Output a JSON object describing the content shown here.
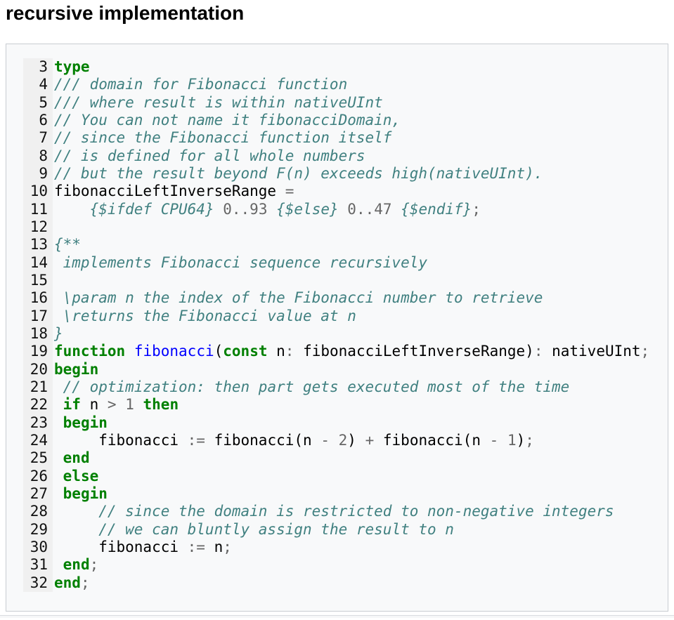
{
  "page": {
    "title": "recursive implementation"
  },
  "code_block": {
    "language": "pascal",
    "first_line_number": 3,
    "last_line_number": 32,
    "colors": {
      "keyword": "#008000",
      "comment": "#408080",
      "function_name": "#0000FF",
      "operator": "#666666",
      "plain": "#000000",
      "line_number": "#111111",
      "gutter_bg": "#f0f0f0",
      "block_bg": "#f8f9fa",
      "border": "#c8ccd1"
    },
    "lines": [
      {
        "n": 3,
        "tokens": [
          [
            "k",
            "type"
          ]
        ]
      },
      {
        "n": 4,
        "tokens": [
          [
            "c",
            "/// domain for Fibonacci function"
          ]
        ]
      },
      {
        "n": 5,
        "tokens": [
          [
            "c",
            "/// where result is within nativeUInt"
          ]
        ]
      },
      {
        "n": 6,
        "tokens": [
          [
            "c",
            "// You can not name it fibonacciDomain,"
          ]
        ]
      },
      {
        "n": 7,
        "tokens": [
          [
            "c",
            "// since the Fibonacci function itself"
          ]
        ]
      },
      {
        "n": 8,
        "tokens": [
          [
            "c",
            "// is defined for all whole numbers"
          ]
        ]
      },
      {
        "n": 9,
        "tokens": [
          [
            "c",
            "// but the result beyond F(n) exceeds high(nativeUInt)."
          ]
        ]
      },
      {
        "n": 10,
        "tokens": [
          [
            "p",
            "fibonacciLeftInverseRange "
          ],
          [
            "o",
            "="
          ]
        ]
      },
      {
        "n": 11,
        "tokens": [
          [
            "p",
            "    "
          ],
          [
            "c",
            "{$ifdef CPU64}"
          ],
          [
            "p",
            " "
          ],
          [
            "o",
            "0..93"
          ],
          [
            "p",
            " "
          ],
          [
            "c",
            "{$else}"
          ],
          [
            "p",
            " "
          ],
          [
            "o",
            "0..47"
          ],
          [
            "p",
            " "
          ],
          [
            "c",
            "{$endif}"
          ],
          [
            "o",
            ";"
          ]
        ]
      },
      {
        "n": 12,
        "tokens": []
      },
      {
        "n": 13,
        "tokens": [
          [
            "c",
            "{**"
          ]
        ]
      },
      {
        "n": 14,
        "tokens": [
          [
            "c",
            " implements Fibonacci sequence recursively"
          ]
        ]
      },
      {
        "n": 15,
        "tokens": []
      },
      {
        "n": 16,
        "tokens": [
          [
            "c",
            " \\param n the index of the Fibonacci number to retrieve"
          ]
        ]
      },
      {
        "n": 17,
        "tokens": [
          [
            "c",
            " \\returns the Fibonacci value at n"
          ]
        ]
      },
      {
        "n": 18,
        "tokens": [
          [
            "c",
            "}"
          ]
        ]
      },
      {
        "n": 19,
        "tokens": [
          [
            "k",
            "function"
          ],
          [
            "p",
            " "
          ],
          [
            "nf",
            "fibonacci"
          ],
          [
            "p",
            "("
          ],
          [
            "k",
            "const"
          ],
          [
            "p",
            " n"
          ],
          [
            "o",
            ":"
          ],
          [
            "p",
            " fibonacciLeftInverseRange)"
          ],
          [
            "o",
            ":"
          ],
          [
            "p",
            " nativeUInt"
          ],
          [
            "o",
            ";"
          ]
        ]
      },
      {
        "n": 20,
        "tokens": [
          [
            "k",
            "begin"
          ]
        ]
      },
      {
        "n": 21,
        "tokens": [
          [
            "p",
            " "
          ],
          [
            "c",
            "// optimization: then part gets executed most of the time"
          ]
        ]
      },
      {
        "n": 22,
        "tokens": [
          [
            "p",
            " "
          ],
          [
            "k",
            "if"
          ],
          [
            "p",
            " n "
          ],
          [
            "o",
            ">"
          ],
          [
            "p",
            " "
          ],
          [
            "o",
            "1"
          ],
          [
            "p",
            " "
          ],
          [
            "k",
            "then"
          ]
        ]
      },
      {
        "n": 23,
        "tokens": [
          [
            "p",
            " "
          ],
          [
            "k",
            "begin"
          ]
        ]
      },
      {
        "n": 24,
        "tokens": [
          [
            "p",
            "     fibonacci "
          ],
          [
            "o",
            ":="
          ],
          [
            "p",
            " fibonacci(n "
          ],
          [
            "o",
            "-"
          ],
          [
            "p",
            " "
          ],
          [
            "o",
            "2"
          ],
          [
            "p",
            ") "
          ],
          [
            "o",
            "+"
          ],
          [
            "p",
            " fibonacci(n "
          ],
          [
            "o",
            "-"
          ],
          [
            "p",
            " "
          ],
          [
            "o",
            "1"
          ],
          [
            "p",
            ")"
          ],
          [
            "o",
            ";"
          ]
        ]
      },
      {
        "n": 25,
        "tokens": [
          [
            "p",
            " "
          ],
          [
            "k",
            "end"
          ]
        ]
      },
      {
        "n": 26,
        "tokens": [
          [
            "p",
            " "
          ],
          [
            "k",
            "else"
          ]
        ]
      },
      {
        "n": 27,
        "tokens": [
          [
            "p",
            " "
          ],
          [
            "k",
            "begin"
          ]
        ]
      },
      {
        "n": 28,
        "tokens": [
          [
            "p",
            "     "
          ],
          [
            "c",
            "// since the domain is restricted to non-negative integers"
          ]
        ]
      },
      {
        "n": 29,
        "tokens": [
          [
            "p",
            "     "
          ],
          [
            "c",
            "// we can bluntly assign the result to n"
          ]
        ]
      },
      {
        "n": 30,
        "tokens": [
          [
            "p",
            "     fibonacci "
          ],
          [
            "o",
            ":="
          ],
          [
            "p",
            " n"
          ],
          [
            "o",
            ";"
          ]
        ]
      },
      {
        "n": 31,
        "tokens": [
          [
            "p",
            " "
          ],
          [
            "k",
            "end"
          ],
          [
            "o",
            ";"
          ]
        ]
      },
      {
        "n": 32,
        "tokens": [
          [
            "k",
            "end"
          ],
          [
            "o",
            ";"
          ]
        ]
      }
    ]
  }
}
